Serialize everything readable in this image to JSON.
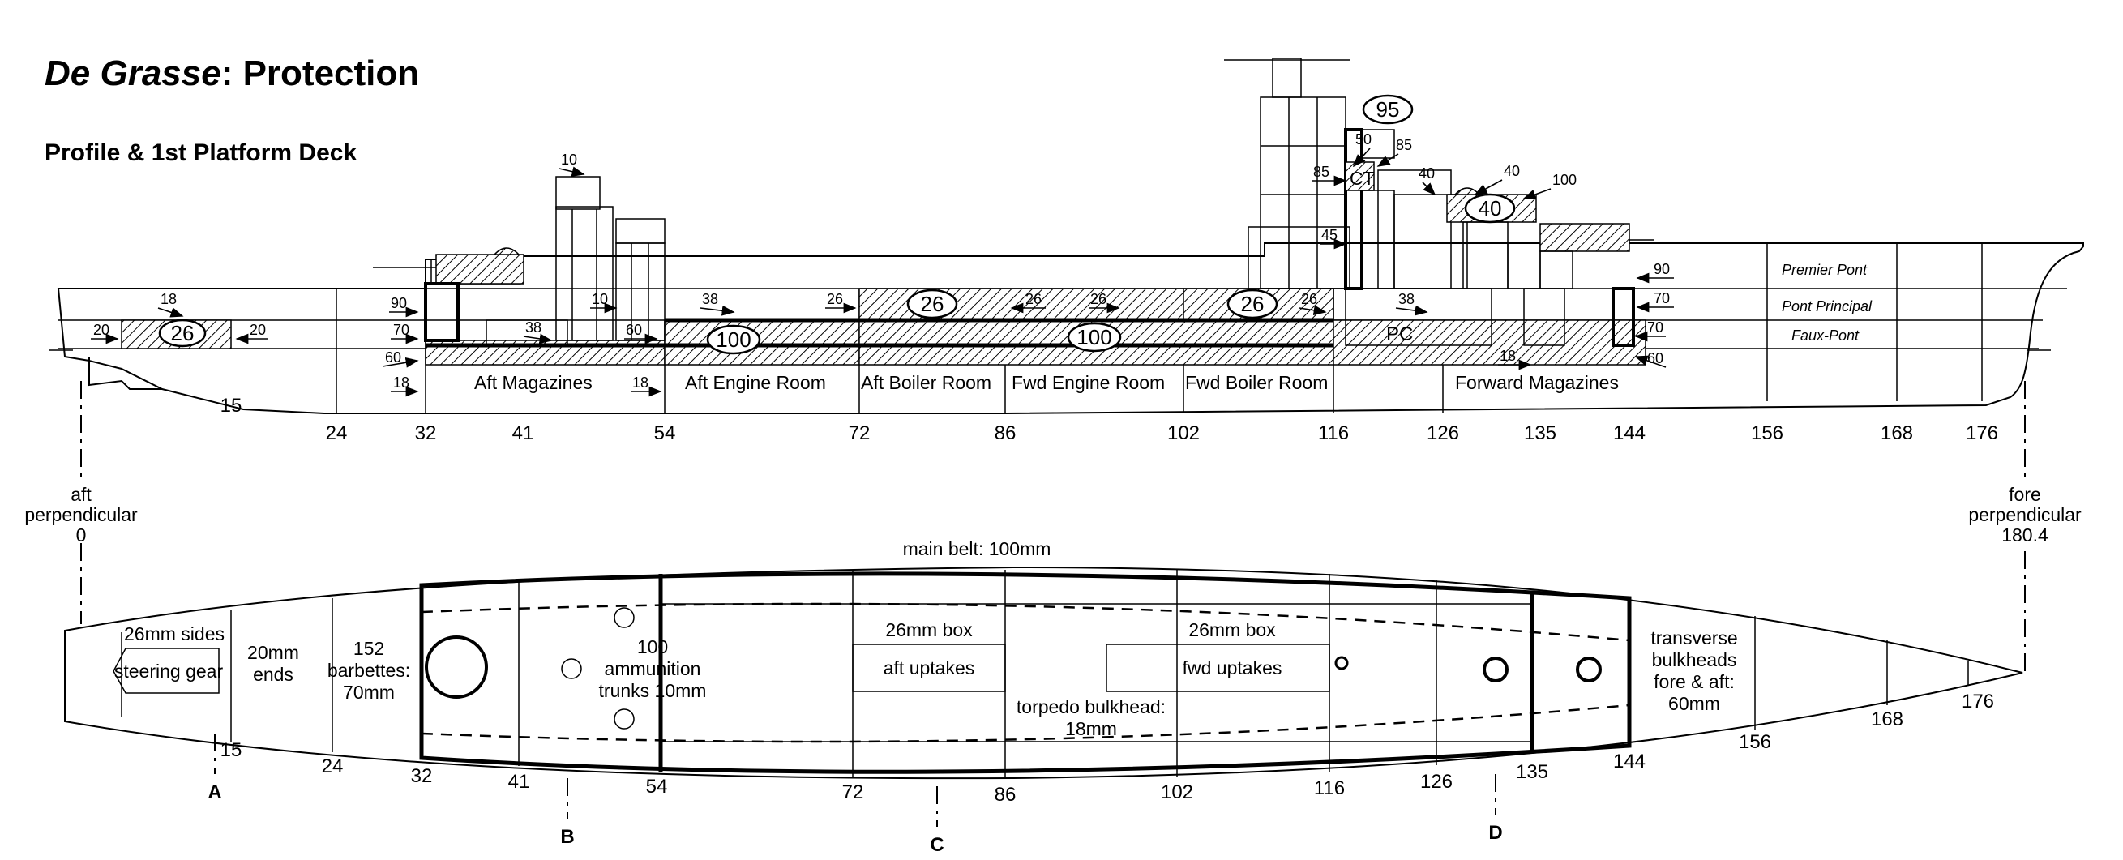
{
  "title": {
    "ship": "De Grasse",
    "rest": ": Protection"
  },
  "subtitle": "Profile & 1st Platform Deck",
  "profile": {
    "compartments": [
      "Aft Magazines",
      "Aft Engine Room",
      "Aft Boiler Room",
      "Fwd Engine Room",
      "Fwd Boiler Room",
      "Forward Magazines"
    ],
    "decks": [
      "Premier Pont",
      "Pont Principal",
      "Faux-Pont"
    ],
    "frames": [
      "15",
      "24",
      "32",
      "41",
      "54",
      "72",
      "86",
      "102",
      "116",
      "126",
      "135",
      "144",
      "156",
      "168",
      "176"
    ],
    "armour": [
      "18",
      "20",
      "20",
      "90",
      "70",
      "60",
      "18",
      "10",
      "38",
      "10",
      "60",
      "38",
      "18",
      "26",
      "26",
      "26",
      "26",
      "45",
      "85",
      "50",
      "85",
      "40",
      "40",
      "100",
      "38",
      "90",
      "70",
      "70",
      "60",
      "18"
    ],
    "ovals": [
      "26",
      "100",
      "26",
      "100",
      "26",
      "95",
      "40"
    ],
    "ct": "CT",
    "pc": "PC"
  },
  "perpendiculars": {
    "aft": {
      "l1": "aft",
      "l2": "perpendicular",
      "l3": "0"
    },
    "fore": {
      "l1": "fore",
      "l2": "perpendicular",
      "l3": "180.4"
    }
  },
  "plan": {
    "main_belt": "main belt: 100mm",
    "sides_26": "26mm sides",
    "steering": "steering gear",
    "ends1": "20mm",
    "ends2": "ends",
    "barb1": "152",
    "barb2": "barbettes:",
    "barb3": "70mm",
    "ammo1": "100",
    "ammo2": "ammunition",
    "ammo3": "trunks 10mm",
    "box_aft": "26mm box",
    "aft_uptakes": "aft uptakes",
    "box_fwd": "26mm box",
    "fwd_uptakes": "fwd uptakes",
    "torp1": "torpedo bulkhead:",
    "torp2": "18mm",
    "trans1": "transverse",
    "trans2": "bulkheads",
    "trans3": "fore & aft:",
    "trans4": "60mm",
    "frames": [
      "15",
      "24",
      "32",
      "41",
      "54",
      "72",
      "86",
      "102",
      "116",
      "126",
      "135",
      "144",
      "156",
      "168",
      "176"
    ],
    "sections": [
      "A",
      "B",
      "C",
      "D"
    ]
  }
}
